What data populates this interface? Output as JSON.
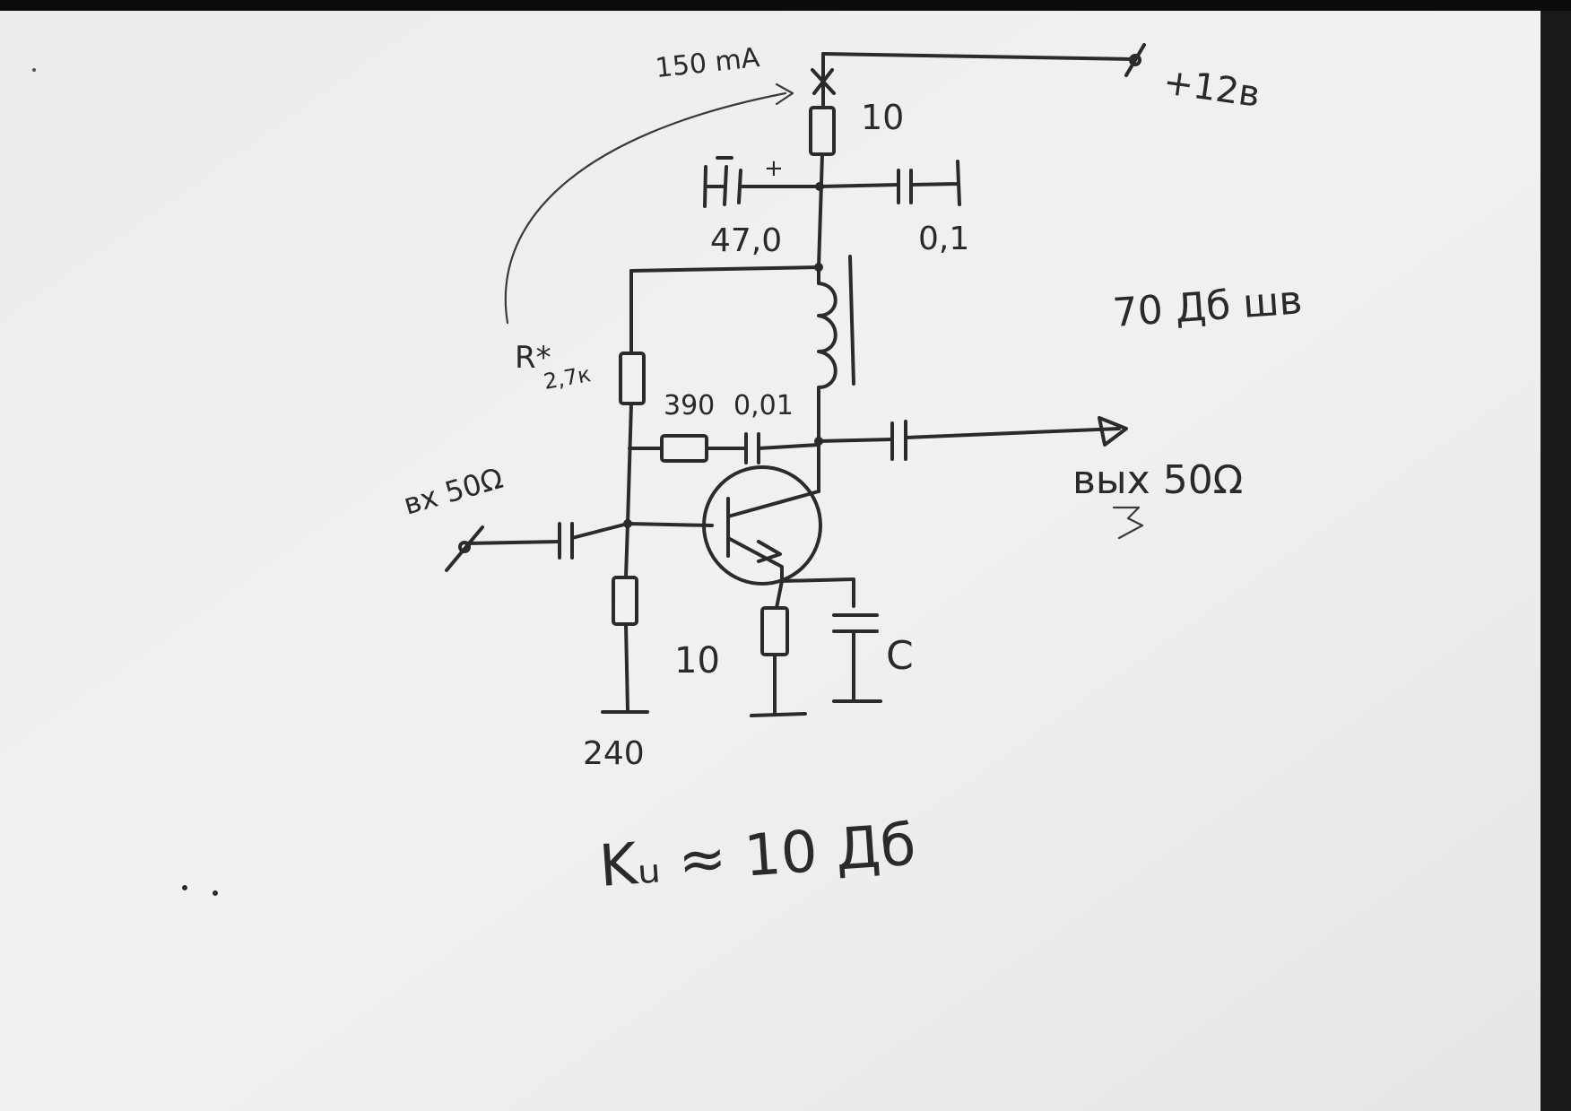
{
  "labels": {
    "supply_current": "150 mA",
    "supply_voltage": "+12в",
    "r_supply": "10",
    "c_electrolytic": "47,0",
    "c_electrolytic_polarity": "+",
    "c_decoupling": "0,1",
    "noise_figure": "70 Дб шв",
    "r_bias_name": "R*",
    "r_bias_value": "2,7к",
    "r_feedback": "390",
    "c_feedback": "0,01",
    "input": "вх 50Ω",
    "output": "вых 50Ω",
    "r_base_ground": "240",
    "r_emitter": "10",
    "c_emitter": "C",
    "gain": "Kᵤ ≈ 10 Дб"
  },
  "colors": {
    "paper": "#eeeeee",
    "ink": "#2b2b2b",
    "frame": "#0b0b0b"
  }
}
